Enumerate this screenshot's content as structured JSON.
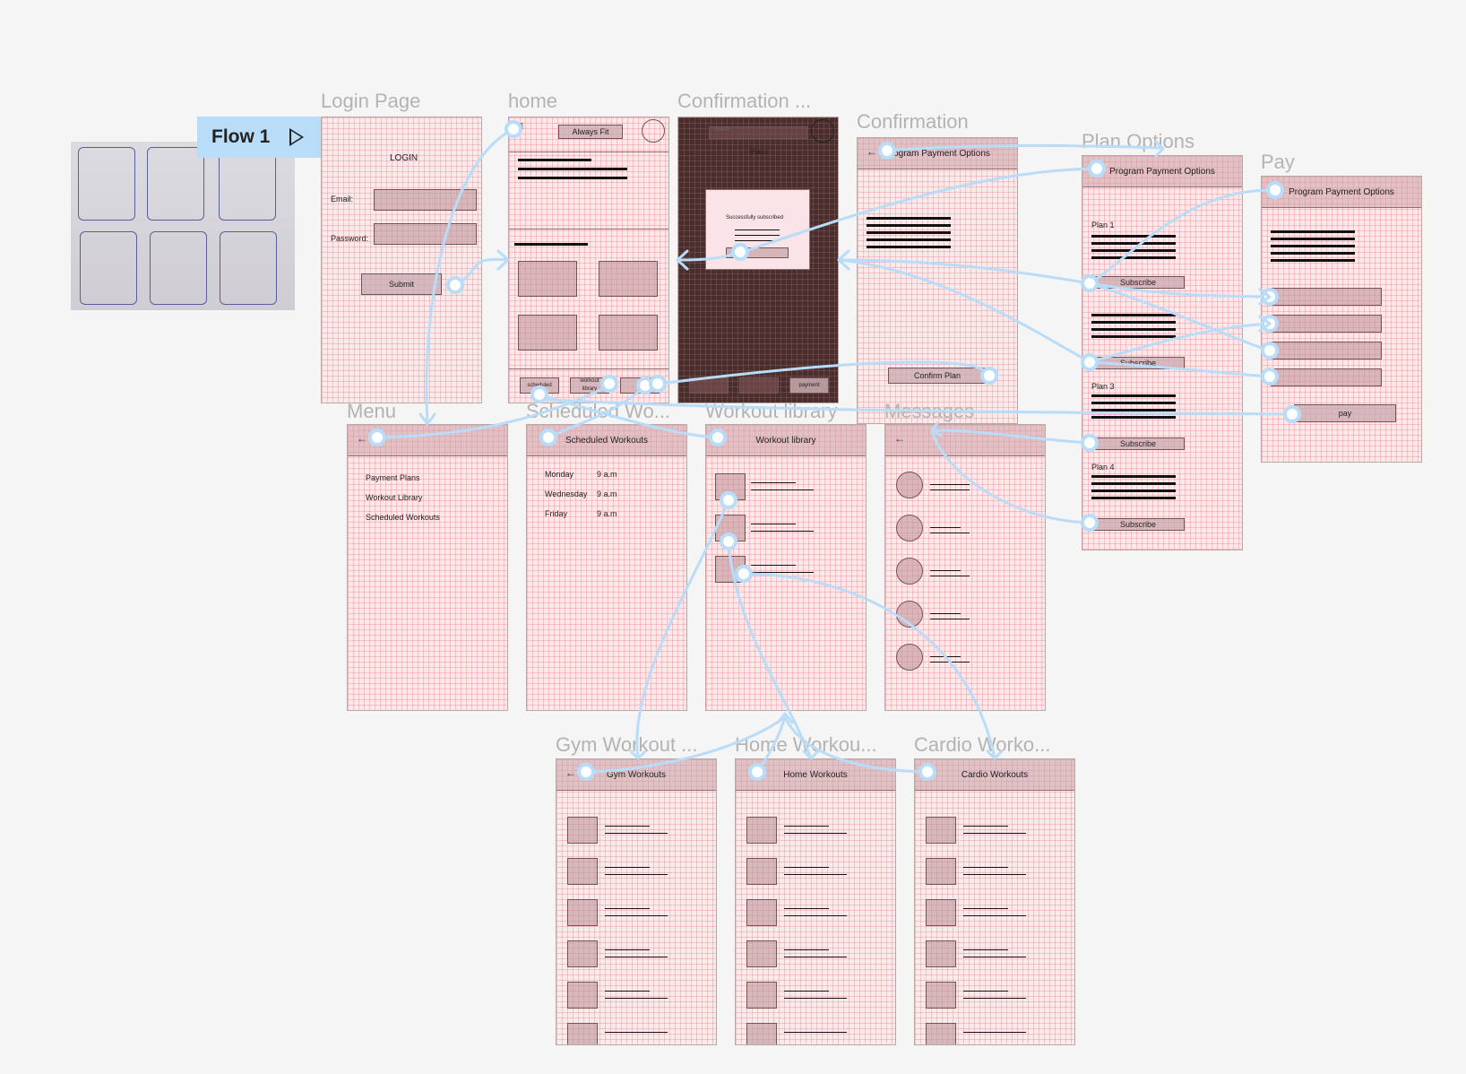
{
  "flow": {
    "label": "Flow 1"
  },
  "frames": {
    "login": {
      "title": "Login Page",
      "heading": "LOGIN",
      "email_label": "Email:",
      "password_label": "Password:",
      "submit": "Submit"
    },
    "home": {
      "title": "home",
      "app_name": "Always Fit",
      "nav_scheduled": "scheduled",
      "nav_library_1": "workout",
      "nav_library_2": "library"
    },
    "confirm1": {
      "title": "Confirmation ...",
      "search_placeholder": "Search",
      "plans": "Plans",
      "success": "Successfully subscribed",
      "nav_payment": "payment"
    },
    "confirm2": {
      "title": "Confirmation",
      "header": "Program Payment Options",
      "confirm_btn": "Confirm Plan"
    },
    "plans": {
      "title": "Plan Options",
      "header": "Program Payment Options",
      "plan1": "Plan 1",
      "plan3": "Plan 3",
      "plan4": "Plan 4",
      "subscribe": "Subscribe"
    },
    "pay": {
      "title": "Pay",
      "header": "Program Payment Options",
      "pay_btn": "pay"
    },
    "menu": {
      "title": "Menu",
      "items": [
        "Payment  Plans",
        "Workout Library",
        "Scheduled Workouts"
      ]
    },
    "scheduled": {
      "title": "Scheduled Wo...",
      "header": "Scheduled Workouts",
      "rows": [
        {
          "day": "Monday",
          "time": "9   a.m"
        },
        {
          "day": "Wednesday",
          "time": "9 a.m"
        },
        {
          "day": "Friday",
          "time": "9 a.m"
        }
      ]
    },
    "library": {
      "title": "Workout library",
      "header": "Workout library"
    },
    "messages": {
      "title": "Messages"
    },
    "gym": {
      "title": "Gym Workout ...",
      "header": "Gym Workouts"
    },
    "homeworkout": {
      "title": "Home Workou...",
      "header": "Home Workouts"
    },
    "cardio": {
      "title": "Cardio Worko...",
      "header": "Cardio Workouts"
    }
  },
  "colors": {
    "connector": "#b9dcf8",
    "frame_fill": "#fde8ea",
    "dark_frame": "#4a2e2e"
  }
}
